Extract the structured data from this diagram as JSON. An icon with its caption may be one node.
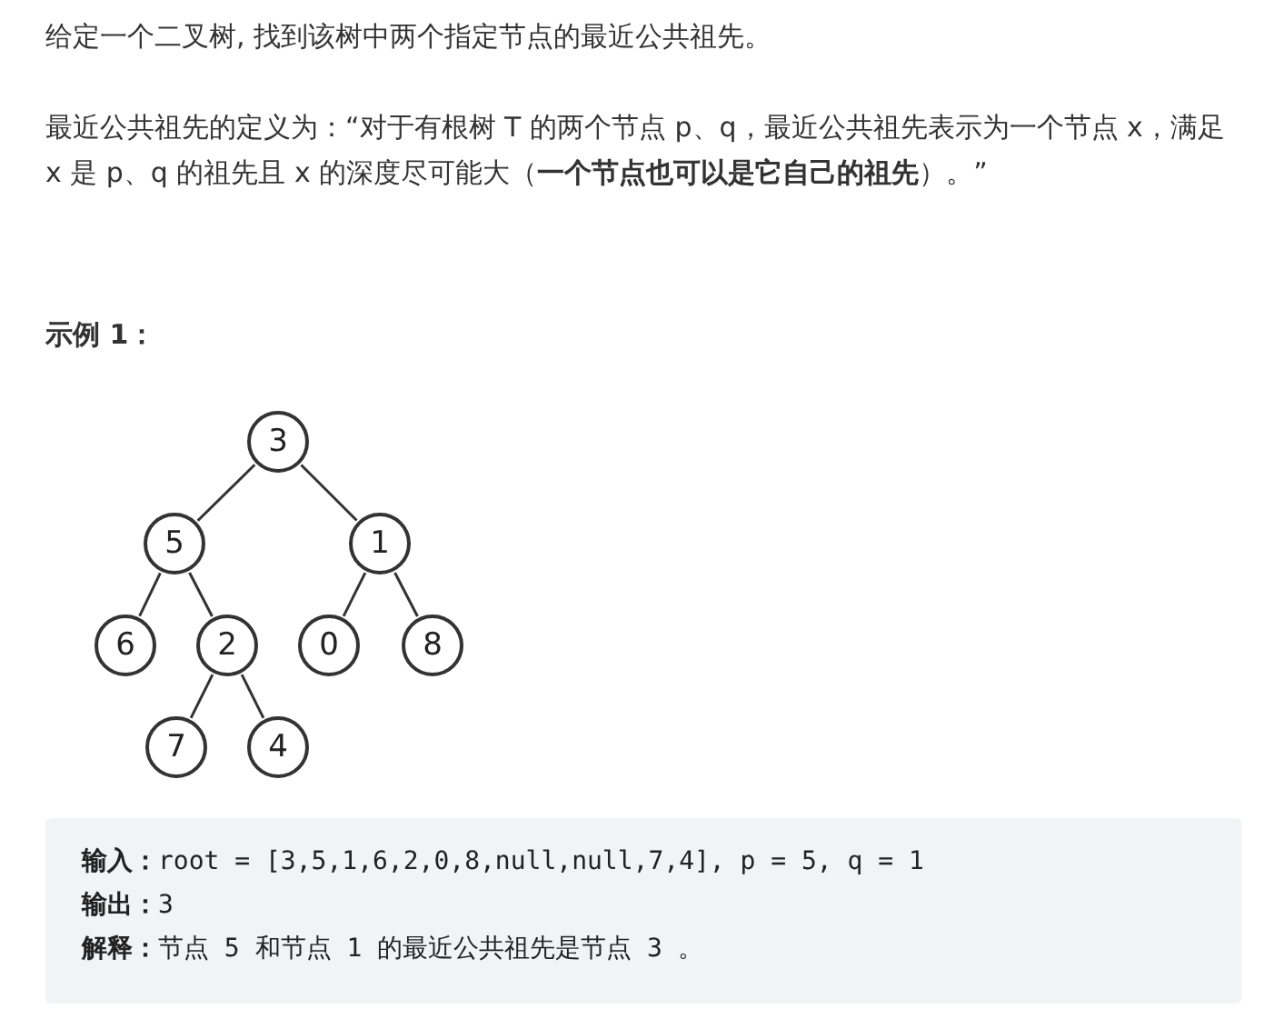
{
  "diagram": {
    "nodes": [
      {
        "text": [
          "3"
        ]
      },
      {
        "text": [
          "5"
        ]
      },
      {
        "text": [
          "1"
        ]
      },
      {
        "text": [
          "6"
        ]
      },
      {
        "text": [
          "2"
        ]
      },
      {
        "text": [
          "0"
        ]
      },
      {
        "text": [
          "8"
        ]
      },
      {
        "text": [
          "7"
        ]
      },
      {
        "text": [
          "4"
        ]
      },
      {
        "text": [
          "**输入：**root = [3,5,1,6,2,0,8,null,null,7,4], p = 5, q = 1",
          "**输出：**3",
          "**解释：**节点 5 和节点 1 的最近公共祖先是节点 3 。"
        ]
      }
    ],
    "edges": [
      {
        "from": 0,
        "to": 1,
        "arrow": "none"
      },
      {
        "from": 0,
        "to": 2,
        "arrow": "none"
      },
      {
        "from": 1,
        "to": 3,
        "arrow": "none"
      },
      {
        "from": 1,
        "to": 4,
        "arrow": "none"
      },
      {
        "from": 2,
        "to": 5,
        "arrow": "none"
      },
      {
        "from": 2,
        "to": 6,
        "arrow": "none"
      },
      {
        "from": 4,
        "to": 7,
        "arrow": "none"
      },
      {
        "from": 4,
        "to": 8,
        "arrow": "none"
      }
    ],
    "labels": [
      "给定一个二叉树, 找到该树中两个指定节点的最近公共祖先。",
      "最近公共祖先的定义为：“对于有根树 T 的两个节点 p、q，最近公共祖先表示为一个节点 x，满足 x 是 p、q 的祖先且 x 的深度尽可能大（**一个节点也可以是它自己的祖先**）。”",
      "示例 1："
    ]
  }
}
